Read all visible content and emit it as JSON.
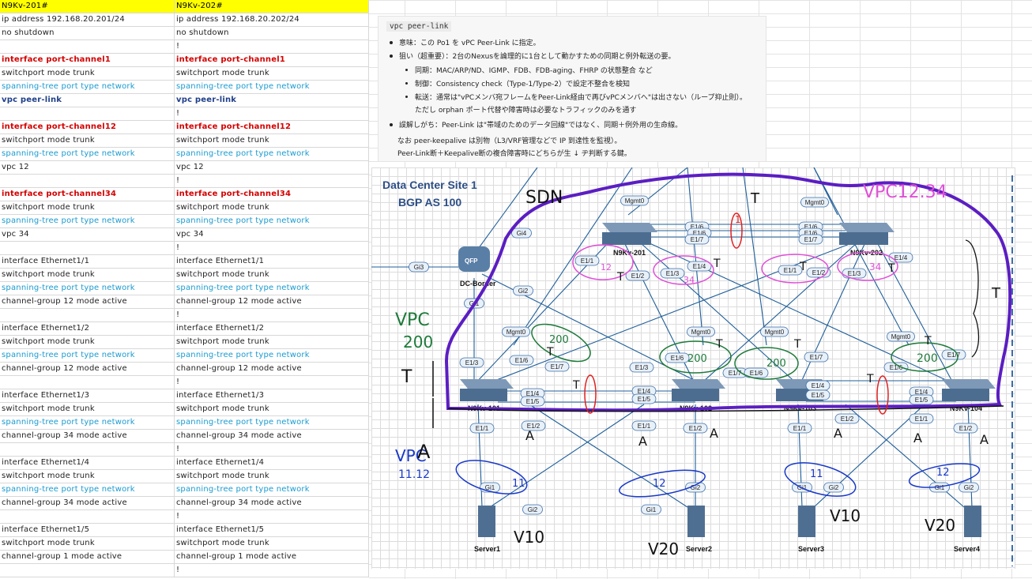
{
  "sheet": {
    "headers": [
      "N9Kv-201#",
      "N9Kv-202#"
    ],
    "rows": [
      {
        "l": " ip address 192.168.20.201/24",
        "r": " ip address 192.168.20.202/24",
        "s": "norm"
      },
      {
        "l": " no shutdown",
        "r": " no shutdown",
        "s": "norm"
      },
      {
        "l": "",
        "r": "!",
        "s": "norm"
      },
      {
        "l": "interface port-channel1",
        "r": "interface port-channel1",
        "s": "red"
      },
      {
        "l": " switchport mode trunk",
        "r": " switchport mode trunk",
        "s": "norm"
      },
      {
        "l": " spanning-tree port type network",
        "r": " spanning-tree port type network",
        "s": "cyan"
      },
      {
        "l": " vpc peer-link",
        "r": " vpc peer-link",
        "s": "blue"
      },
      {
        "l": "",
        "r": "!",
        "s": "norm"
      },
      {
        "l": "interface port-channel12",
        "r": "interface port-channel12",
        "s": "red"
      },
      {
        "l": " switchport mode trunk",
        "r": " switchport mode trunk",
        "s": "norm"
      },
      {
        "l": " spanning-tree port type network",
        "r": " spanning-tree port type network",
        "s": "cyan"
      },
      {
        "l": " vpc 12",
        "r": " vpc 12",
        "s": "norm"
      },
      {
        "l": "",
        "r": "!",
        "s": "norm"
      },
      {
        "l": "interface port-channel34",
        "r": "interface port-channel34",
        "s": "red"
      },
      {
        "l": " switchport mode trunk",
        "r": " switchport mode trunk",
        "s": "norm"
      },
      {
        "l": " spanning-tree port type network",
        "r": " spanning-tree port type network",
        "s": "cyan"
      },
      {
        "l": " vpc 34",
        "r": " vpc 34",
        "s": "norm"
      },
      {
        "l": "",
        "r": "!",
        "s": "norm"
      },
      {
        "l": "interface Ethernet1/1",
        "r": "interface Ethernet1/1",
        "s": "norm"
      },
      {
        "l": " switchport mode trunk",
        "r": " switchport mode trunk",
        "s": "norm"
      },
      {
        "l": " spanning-tree port type network",
        "r": " spanning-tree port type network",
        "s": "cyan"
      },
      {
        "l": " channel-group 12 mode active",
        "r": " channel-group 12 mode active",
        "s": "norm"
      },
      {
        "l": "",
        "r": "!",
        "s": "norm"
      },
      {
        "l": "interface Ethernet1/2",
        "r": "interface Ethernet1/2",
        "s": "norm"
      },
      {
        "l": " switchport mode trunk",
        "r": " switchport mode trunk",
        "s": "norm"
      },
      {
        "l": " spanning-tree port type network",
        "r": " spanning-tree port type network",
        "s": "cyan"
      },
      {
        "l": " channel-group 12 mode active",
        "r": " channel-group 12 mode active",
        "s": "norm"
      },
      {
        "l": "",
        "r": "!",
        "s": "norm"
      },
      {
        "l": "interface Ethernet1/3",
        "r": "interface Ethernet1/3",
        "s": "norm"
      },
      {
        "l": " switchport mode trunk",
        "r": " switchport mode trunk",
        "s": "norm"
      },
      {
        "l": " spanning-tree port type network",
        "r": " spanning-tree port type network",
        "s": "cyan"
      },
      {
        "l": " channel-group 34 mode active",
        "r": " channel-group 34 mode active",
        "s": "norm"
      },
      {
        "l": "",
        "r": "!",
        "s": "norm"
      },
      {
        "l": "interface Ethernet1/4",
        "r": "interface Ethernet1/4",
        "s": "norm"
      },
      {
        "l": " switchport mode trunk",
        "r": " switchport mode trunk",
        "s": "norm"
      },
      {
        "l": " spanning-tree port type network",
        "r": " spanning-tree port type network",
        "s": "cyan"
      },
      {
        "l": " channel-group 34 mode active",
        "r": " channel-group 34 mode active",
        "s": "norm"
      },
      {
        "l": "",
        "r": "!",
        "s": "norm"
      },
      {
        "l": "interface Ethernet1/5",
        "r": "interface Ethernet1/5",
        "s": "norm"
      },
      {
        "l": " switchport mode trunk",
        "r": " switchport mode trunk",
        "s": "norm"
      },
      {
        "l": " channel-group 1 mode active",
        "r": " channel-group 1 mode active",
        "s": "norm"
      },
      {
        "l": "",
        "r": "!",
        "s": "norm"
      }
    ]
  },
  "callout": {
    "code": "vpc peer-link",
    "b1": "意味：この Po1 を vPC Peer-Link に指定。",
    "b2": "狙い（超重要）：2台のNexusを論理的に1台として動かすための同期と例外転送の要。",
    "s1": "同期：MAC/ARP/ND、IGMP、FDB、FDB-aging、FHRP の状態整合 など",
    "s2": "制御：Consistency check（Type-1/Type-2）で設定不整合を検知",
    "s3": "転送：通常は\"vPCメンバ宛フレームをPeer-Link経由で再びvPCメンバへ\"は出さない（ループ抑止則）。",
    "s3b": "ただし orphan ポート代替や障害時は必要なトラフィックのみを通す",
    "b3": "誤解しがち：Peer-Link は\"帯域のためのデータ回線\"ではなく、同期＋例外用の生命線。",
    "n1": "なお peer-keepalive は別物（L3/VRF管理などで IP 到達性を監視）。",
    "n2": "Peer-Link断＋Keepalive断の複合障害時にどちらが生 ↓ ヂ判断する鍵。"
  },
  "diagram": {
    "title1": "Data Center Site 1",
    "title2": "BGP AS 100",
    "devices": {
      "border": "DC-Border",
      "qfp": "QFP",
      "s201": "N9Kv-201",
      "s202": "N9Kv-202",
      "s101": "N9Kv-101",
      "s102": "N9Kv-102",
      "s103": "N9Kv-103",
      "s104": "N9Kv-104",
      "srv1": "Server1",
      "srv2": "Server2",
      "srv3": "Server3",
      "srv4": "Server4"
    },
    "ports": {
      "gi3": "Gi3",
      "gi4": "Gi4",
      "gi1": "Gi1",
      "gi2": "Gi2",
      "mgmt0": "Mgmt0",
      "e11": "E1/1",
      "e12": "E1/2",
      "e13": "E1/3",
      "e14": "E1/4",
      "e15": "E1/5",
      "e16": "E1/6",
      "e17": "E1/7"
    },
    "hand": {
      "sdn": "SDN",
      "vpc1234": "VPC12.34",
      "vpc200a": "VPC",
      "vpc200b": "200",
      "n200": "200",
      "vpc1112a": "VPC",
      "vpc1112b": "11.12",
      "t": "T",
      "a": "A",
      "n12": "12",
      "n34": "34",
      "n11": "11",
      "v10": "V10",
      "v20": "V20",
      "n1": "1"
    },
    "colors": {
      "purple": "#5b1ec2",
      "pink": "#e050d8",
      "green": "#1d7a3a",
      "red": "#e02020",
      "blue": "#1838c8",
      "link": "#1f5f9a"
    }
  }
}
